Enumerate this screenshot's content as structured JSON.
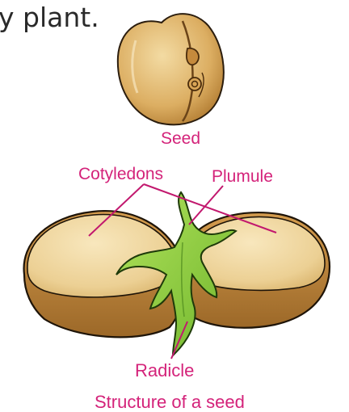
{
  "intro_text": "y plant.",
  "labels": {
    "seed": "Seed",
    "cotyledons": "Cotyledons",
    "plumule": "Plumule",
    "radicle": "Radicle"
  },
  "caption": "Structure of a seed",
  "colors": {
    "label": "#d4237a",
    "seed_coat": "#c99a4a",
    "cotyledon_fill": "#f2d9a0",
    "embryo_green": "#8fcf3c"
  }
}
